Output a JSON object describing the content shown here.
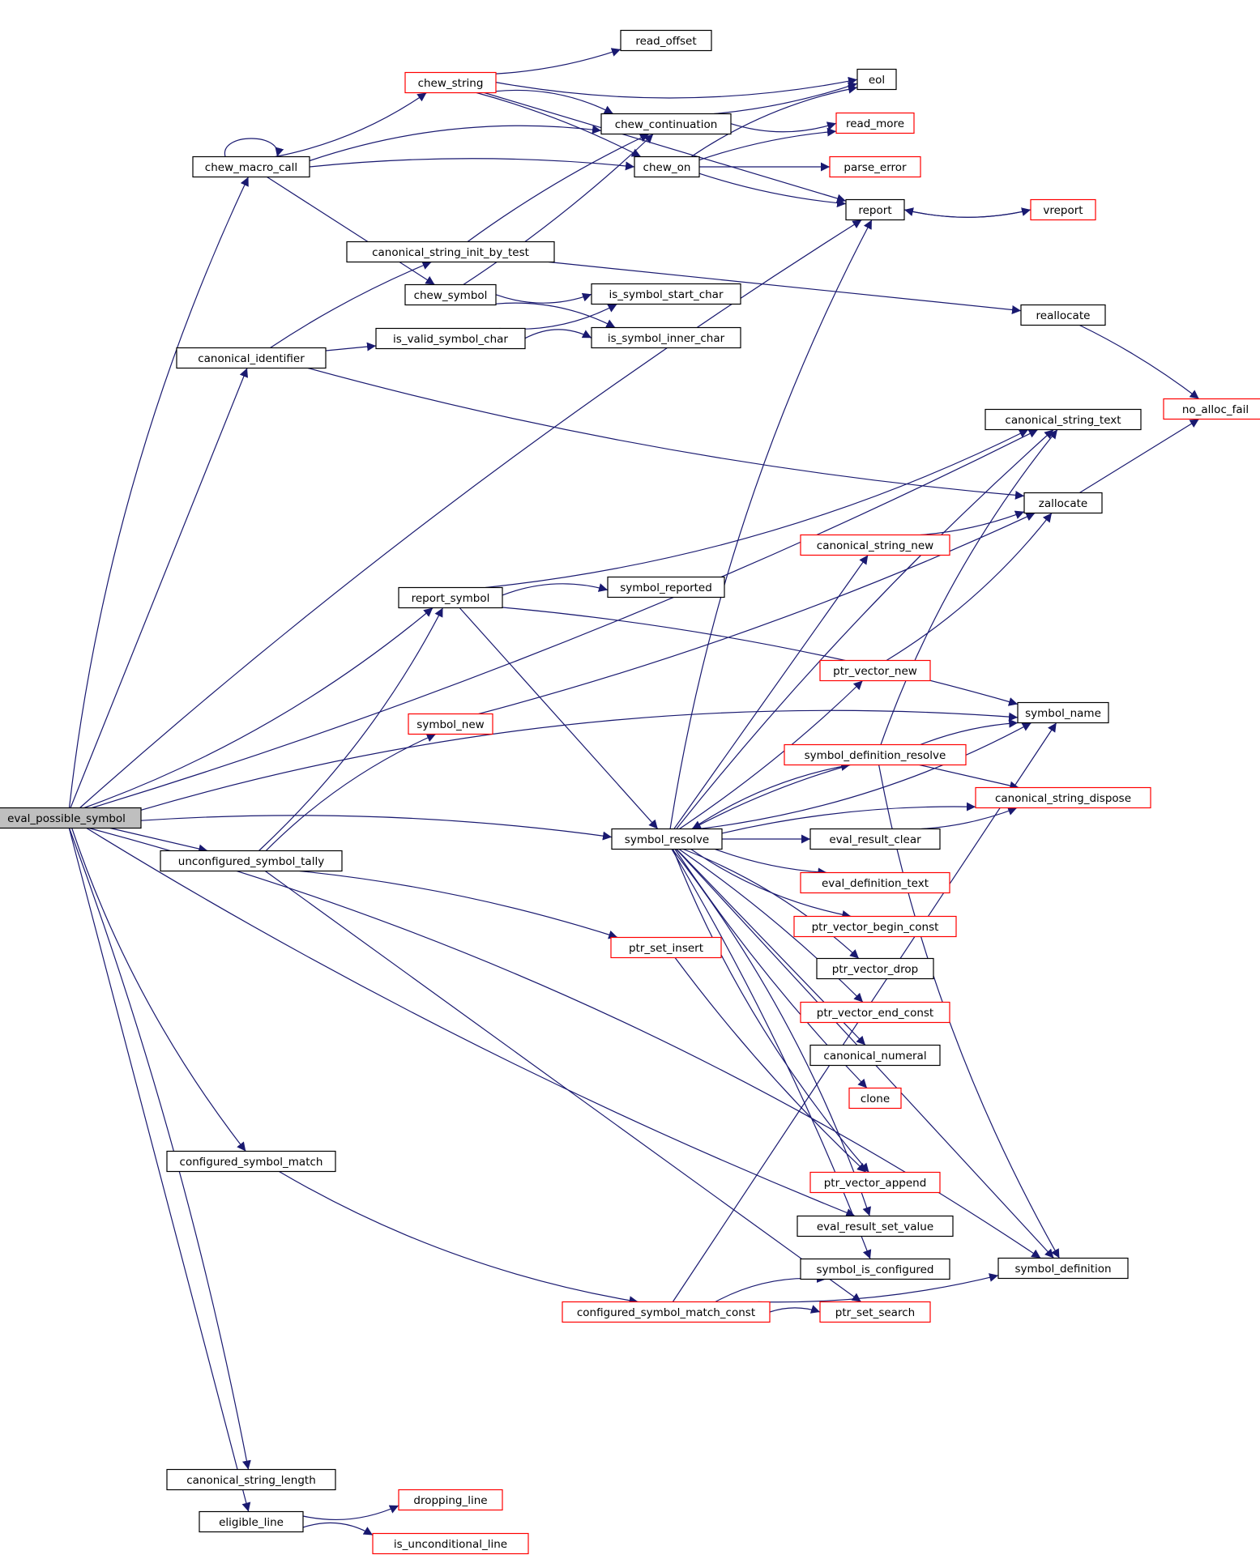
{
  "graph": {
    "root": "eval_possible_symbol",
    "colors": {
      "edge": "#191970",
      "node_border_default": "#000000",
      "node_border_truncated": "#ff0000",
      "root_fill": "#bfbfbf"
    },
    "nodes": [
      {
        "id": "eval_possible_symbol",
        "label": "eval_possible_symbol",
        "root": true
      },
      {
        "id": "chew_macro_call",
        "label": "chew_macro_call"
      },
      {
        "id": "chew_string",
        "label": "chew_string",
        "red": true
      },
      {
        "id": "read_offset",
        "label": "read_offset"
      },
      {
        "id": "eol",
        "label": "eol"
      },
      {
        "id": "chew_continuation",
        "label": "chew_continuation"
      },
      {
        "id": "read_more",
        "label": "read_more",
        "red": true
      },
      {
        "id": "chew_on",
        "label": "chew_on"
      },
      {
        "id": "parse_error",
        "label": "parse_error",
        "red": true
      },
      {
        "id": "report",
        "label": "report"
      },
      {
        "id": "vreport",
        "label": "vreport",
        "red": true
      },
      {
        "id": "canonical_string_init_by_test",
        "label": "canonical_string_init_by_test"
      },
      {
        "id": "chew_symbol",
        "label": "chew_symbol"
      },
      {
        "id": "is_symbol_start_char",
        "label": "is_symbol_start_char"
      },
      {
        "id": "reallocate",
        "label": "reallocate"
      },
      {
        "id": "canonical_identifier",
        "label": "canonical_identifier"
      },
      {
        "id": "is_valid_symbol_char",
        "label": "is_valid_symbol_char"
      },
      {
        "id": "is_symbol_inner_char",
        "label": "is_symbol_inner_char"
      },
      {
        "id": "no_alloc_fail",
        "label": "no_alloc_fail",
        "red": true
      },
      {
        "id": "canonical_string_text",
        "label": "canonical_string_text"
      },
      {
        "id": "zallocate",
        "label": "zallocate"
      },
      {
        "id": "canonical_string_new",
        "label": "canonical_string_new",
        "red": true
      },
      {
        "id": "report_symbol",
        "label": "report_symbol"
      },
      {
        "id": "symbol_reported",
        "label": "symbol_reported"
      },
      {
        "id": "ptr_vector_new",
        "label": "ptr_vector_new",
        "red": true
      },
      {
        "id": "symbol_new",
        "label": "symbol_new",
        "red": true
      },
      {
        "id": "symbol_name",
        "label": "symbol_name"
      },
      {
        "id": "symbol_definition_resolve",
        "label": "symbol_definition_resolve",
        "red": true
      },
      {
        "id": "canonical_string_dispose",
        "label": "canonical_string_dispose",
        "red": true
      },
      {
        "id": "symbol_resolve",
        "label": "symbol_resolve"
      },
      {
        "id": "eval_result_clear",
        "label": "eval_result_clear"
      },
      {
        "id": "unconfigured_symbol_tally",
        "label": "unconfigured_symbol_tally"
      },
      {
        "id": "eval_definition_text",
        "label": "eval_definition_text",
        "red": true
      },
      {
        "id": "ptr_vector_begin_const",
        "label": "ptr_vector_begin_const",
        "red": true
      },
      {
        "id": "ptr_set_insert",
        "label": "ptr_set_insert",
        "red": true
      },
      {
        "id": "ptr_vector_drop",
        "label": "ptr_vector_drop"
      },
      {
        "id": "ptr_vector_end_const",
        "label": "ptr_vector_end_const",
        "red": true
      },
      {
        "id": "canonical_numeral",
        "label": "canonical_numeral"
      },
      {
        "id": "clone",
        "label": "clone",
        "red": true
      },
      {
        "id": "configured_symbol_match",
        "label": "configured_symbol_match"
      },
      {
        "id": "ptr_vector_append",
        "label": "ptr_vector_append",
        "red": true
      },
      {
        "id": "eval_result_set_value",
        "label": "eval_result_set_value"
      },
      {
        "id": "symbol_definition",
        "label": "symbol_definition"
      },
      {
        "id": "symbol_is_configured",
        "label": "symbol_is_configured"
      },
      {
        "id": "configured_symbol_match_const",
        "label": "configured_symbol_match_const",
        "red": true
      },
      {
        "id": "ptr_set_search",
        "label": "ptr_set_search",
        "red": true
      },
      {
        "id": "canonical_string_length",
        "label": "canonical_string_length"
      },
      {
        "id": "dropping_line",
        "label": "dropping_line",
        "red": true
      },
      {
        "id": "eligible_line",
        "label": "eligible_line"
      },
      {
        "id": "is_unconditional_line",
        "label": "is_unconditional_line",
        "red": true
      }
    ],
    "edges": [
      {
        "from": "eval_possible_symbol",
        "to": "chew_macro_call"
      },
      {
        "from": "eval_possible_symbol",
        "to": "report"
      },
      {
        "from": "eval_possible_symbol",
        "to": "canonical_identifier"
      },
      {
        "from": "eval_possible_symbol",
        "to": "canonical_string_text"
      },
      {
        "from": "eval_possible_symbol",
        "to": "report_symbol"
      },
      {
        "from": "eval_possible_symbol",
        "to": "symbol_name"
      },
      {
        "from": "eval_possible_symbol",
        "to": "symbol_resolve"
      },
      {
        "from": "eval_possible_symbol",
        "to": "unconfigured_symbol_tally"
      },
      {
        "from": "eval_possible_symbol",
        "to": "eval_result_set_value"
      },
      {
        "from": "eval_possible_symbol",
        "to": "configured_symbol_match"
      },
      {
        "from": "eval_possible_symbol",
        "to": "symbol_definition"
      },
      {
        "from": "eval_possible_symbol",
        "to": "canonical_string_length"
      },
      {
        "from": "eval_possible_symbol",
        "to": "eligible_line"
      },
      {
        "from": "chew_macro_call",
        "to": "chew_macro_call"
      },
      {
        "from": "chew_macro_call",
        "to": "chew_string"
      },
      {
        "from": "chew_macro_call",
        "to": "chew_continuation"
      },
      {
        "from": "chew_macro_call",
        "to": "chew_on"
      },
      {
        "from": "chew_macro_call",
        "to": "chew_symbol"
      },
      {
        "from": "chew_string",
        "to": "read_offset"
      },
      {
        "from": "chew_string",
        "to": "eol"
      },
      {
        "from": "chew_string",
        "to": "chew_continuation"
      },
      {
        "from": "chew_string",
        "to": "chew_on"
      },
      {
        "from": "chew_string",
        "to": "report"
      },
      {
        "from": "chew_continuation",
        "to": "eol"
      },
      {
        "from": "chew_continuation",
        "to": "read_more"
      },
      {
        "from": "chew_on",
        "to": "eol"
      },
      {
        "from": "chew_on",
        "to": "read_more"
      },
      {
        "from": "chew_on",
        "to": "parse_error"
      },
      {
        "from": "chew_on",
        "to": "report"
      },
      {
        "from": "report",
        "to": "vreport"
      },
      {
        "from": "vreport",
        "to": "report"
      },
      {
        "from": "canonical_string_init_by_test",
        "to": "chew_continuation"
      },
      {
        "from": "canonical_string_init_by_test",
        "to": "reallocate"
      },
      {
        "from": "chew_symbol",
        "to": "chew_continuation"
      },
      {
        "from": "chew_symbol",
        "to": "is_symbol_start_char"
      },
      {
        "from": "chew_symbol",
        "to": "is_symbol_inner_char"
      },
      {
        "from": "canonical_identifier",
        "to": "canonical_string_init_by_test"
      },
      {
        "from": "canonical_identifier",
        "to": "is_valid_symbol_char"
      },
      {
        "from": "canonical_identifier",
        "to": "zallocate"
      },
      {
        "from": "is_valid_symbol_char",
        "to": "is_symbol_start_char"
      },
      {
        "from": "is_valid_symbol_char",
        "to": "is_symbol_inner_char"
      },
      {
        "from": "reallocate",
        "to": "no_alloc_fail"
      },
      {
        "from": "zallocate",
        "to": "no_alloc_fail"
      },
      {
        "from": "canonical_string_new",
        "to": "zallocate"
      },
      {
        "from": "report_symbol",
        "to": "canonical_string_text"
      },
      {
        "from": "report_symbol",
        "to": "symbol_reported"
      },
      {
        "from": "report_symbol",
        "to": "symbol_name"
      },
      {
        "from": "report_symbol",
        "to": "symbol_resolve"
      },
      {
        "from": "symbol_new",
        "to": "zallocate"
      },
      {
        "from": "ptr_vector_new",
        "to": "zallocate"
      },
      {
        "from": "symbol_definition_resolve",
        "to": "canonical_string_text"
      },
      {
        "from": "symbol_definition_resolve",
        "to": "symbol_name"
      },
      {
        "from": "symbol_definition_resolve",
        "to": "canonical_string_dispose"
      },
      {
        "from": "symbol_definition_resolve",
        "to": "symbol_resolve"
      },
      {
        "from": "symbol_definition_resolve",
        "to": "symbol_definition"
      },
      {
        "from": "symbol_resolve",
        "to": "report"
      },
      {
        "from": "symbol_resolve",
        "to": "canonical_string_text"
      },
      {
        "from": "symbol_resolve",
        "to": "canonical_string_new"
      },
      {
        "from": "symbol_resolve",
        "to": "ptr_vector_new"
      },
      {
        "from": "symbol_resolve",
        "to": "symbol_name"
      },
      {
        "from": "symbol_resolve",
        "to": "symbol_definition_resolve"
      },
      {
        "from": "symbol_resolve",
        "to": "canonical_string_dispose"
      },
      {
        "from": "symbol_resolve",
        "to": "eval_result_clear"
      },
      {
        "from": "symbol_resolve",
        "to": "eval_definition_text"
      },
      {
        "from": "symbol_resolve",
        "to": "ptr_vector_begin_const"
      },
      {
        "from": "symbol_resolve",
        "to": "ptr_vector_drop"
      },
      {
        "from": "symbol_resolve",
        "to": "ptr_vector_end_const"
      },
      {
        "from": "symbol_resolve",
        "to": "canonical_numeral"
      },
      {
        "from": "symbol_resolve",
        "to": "clone"
      },
      {
        "from": "symbol_resolve",
        "to": "ptr_vector_append"
      },
      {
        "from": "symbol_resolve",
        "to": "eval_result_set_value"
      },
      {
        "from": "symbol_resolve",
        "to": "symbol_is_configured"
      },
      {
        "from": "symbol_resolve",
        "to": "symbol_definition"
      },
      {
        "from": "eval_result_clear",
        "to": "canonical_string_dispose"
      },
      {
        "from": "unconfigured_symbol_tally",
        "to": "report_symbol"
      },
      {
        "from": "unconfigured_symbol_tally",
        "to": "symbol_new"
      },
      {
        "from": "unconfigured_symbol_tally",
        "to": "ptr_set_insert"
      },
      {
        "from": "unconfigured_symbol_tally",
        "to": "ptr_set_search"
      },
      {
        "from": "ptr_set_insert",
        "to": "ptr_vector_append"
      },
      {
        "from": "configured_symbol_match",
        "to": "configured_symbol_match_const"
      },
      {
        "from": "configured_symbol_match_const",
        "to": "symbol_is_configured"
      },
      {
        "from": "configured_symbol_match_const",
        "to": "ptr_set_search"
      },
      {
        "from": "configured_symbol_match_const",
        "to": "symbol_name"
      },
      {
        "from": "configured_symbol_match_const",
        "to": "symbol_definition"
      },
      {
        "from": "eligible_line",
        "to": "dropping_line"
      },
      {
        "from": "eligible_line",
        "to": "is_unconditional_line"
      }
    ]
  }
}
